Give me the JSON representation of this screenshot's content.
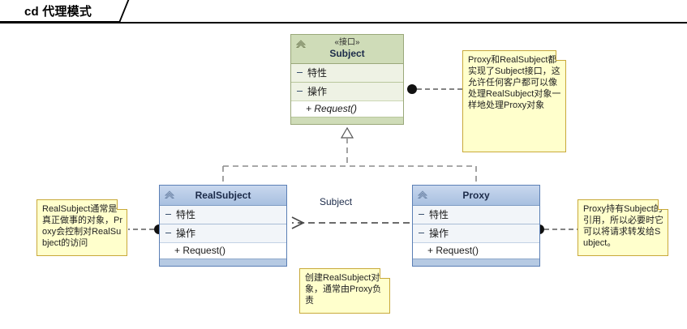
{
  "frame": {
    "tab_label": "cd 代理模式"
  },
  "classes": [
    {
      "id": "subject",
      "stereotype": "«接口»",
      "name": "Subject",
      "attributes_label": "特性",
      "operations_label": "操作",
      "members": [
        "+ Request()"
      ],
      "icon": "class-chevron-icon",
      "color": "#cfdcb8"
    },
    {
      "id": "realsubject",
      "stereotype": "",
      "name": "RealSubject",
      "attributes_label": "特性",
      "operations_label": "操作",
      "members": [
        "+ Request()"
      ],
      "icon": "class-chevron-icon",
      "color": "#a8c0e0"
    },
    {
      "id": "proxy",
      "stereotype": "",
      "name": "Proxy",
      "attributes_label": "特性",
      "operations_label": "操作",
      "members": [
        "+ Request()"
      ],
      "icon": "class-chevron-icon",
      "color": "#a8c0e0"
    }
  ],
  "edges": {
    "association_label": "Subject"
  },
  "notes": [
    {
      "id": "note-subject",
      "text": "Proxy和RealSubject都实现了Subject接口，这允许任何客户都可以像处理RealSubject对象一样地处理Proxy对象"
    },
    {
      "id": "note-realsubject",
      "text": "RealSubject通常是真正做事的对象，Proxy会控制对RealSubject的访问"
    },
    {
      "id": "note-proxy",
      "text": "Proxy持有Subject的引用，所以必要时它可以将请求转发给Subject。"
    },
    {
      "id": "note-create",
      "text": "创建RealSubject对象，通常由Proxy负责"
    }
  ],
  "palette": {
    "note_fill": "#ffffcc",
    "note_border": "#c8a93a",
    "interface_fill": "#cfdcb8",
    "class_fill": "#a8c0e0",
    "line": "#808080"
  }
}
